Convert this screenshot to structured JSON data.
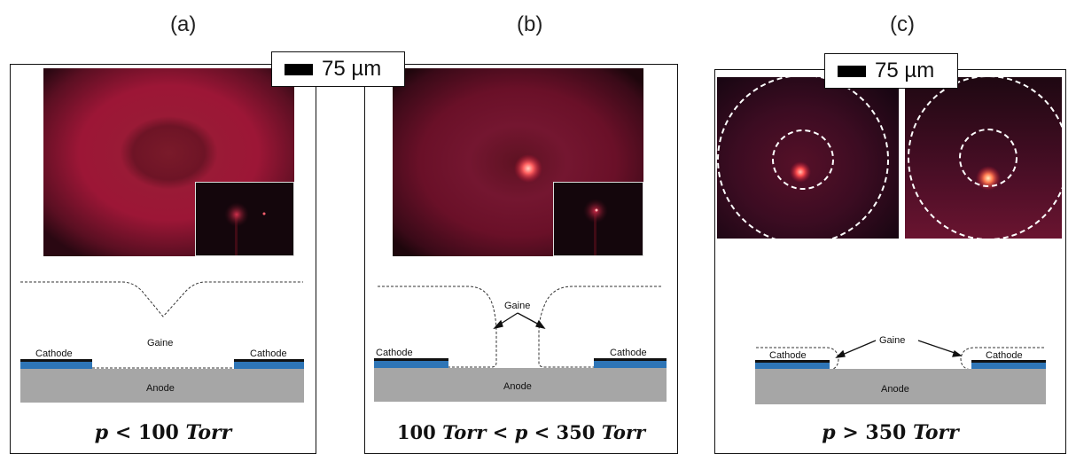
{
  "panels": {
    "a": {
      "letter": "(a)",
      "labels": {
        "cathode_left": "Cathode",
        "cathode_right": "Cathode",
        "sheath": "Gaine",
        "anode": "Anode"
      },
      "condition": {
        "var": "p",
        "rest": " < 100 ",
        "unit": "Torr"
      }
    },
    "b": {
      "letter": "(b)",
      "labels": {
        "cathode_left": "Cathode",
        "cathode_right": "Cathode",
        "sheath": "Gaine",
        "anode": "Anode"
      },
      "condition": {
        "pre": "100 ",
        "unit1": "Torr",
        "mid": " < ",
        "var": "p",
        "rest": " < 350 ",
        "unit2": "Torr"
      }
    },
    "c": {
      "letter": "(c)",
      "labels": {
        "cathode_left": "Cathode",
        "cathode_right": "Cathode",
        "sheath": "Gaine",
        "anode": "Anode"
      },
      "condition": {
        "var": "p",
        "rest": " > 350 ",
        "unit": "Torr"
      }
    }
  },
  "scale_bar": {
    "label": "75 µm"
  },
  "colors": {
    "cathode_blue": "#2e75b6",
    "cathode_black": "#111111",
    "anode_gray": "#a6a6a6",
    "plasma_red": "#c0103a"
  }
}
